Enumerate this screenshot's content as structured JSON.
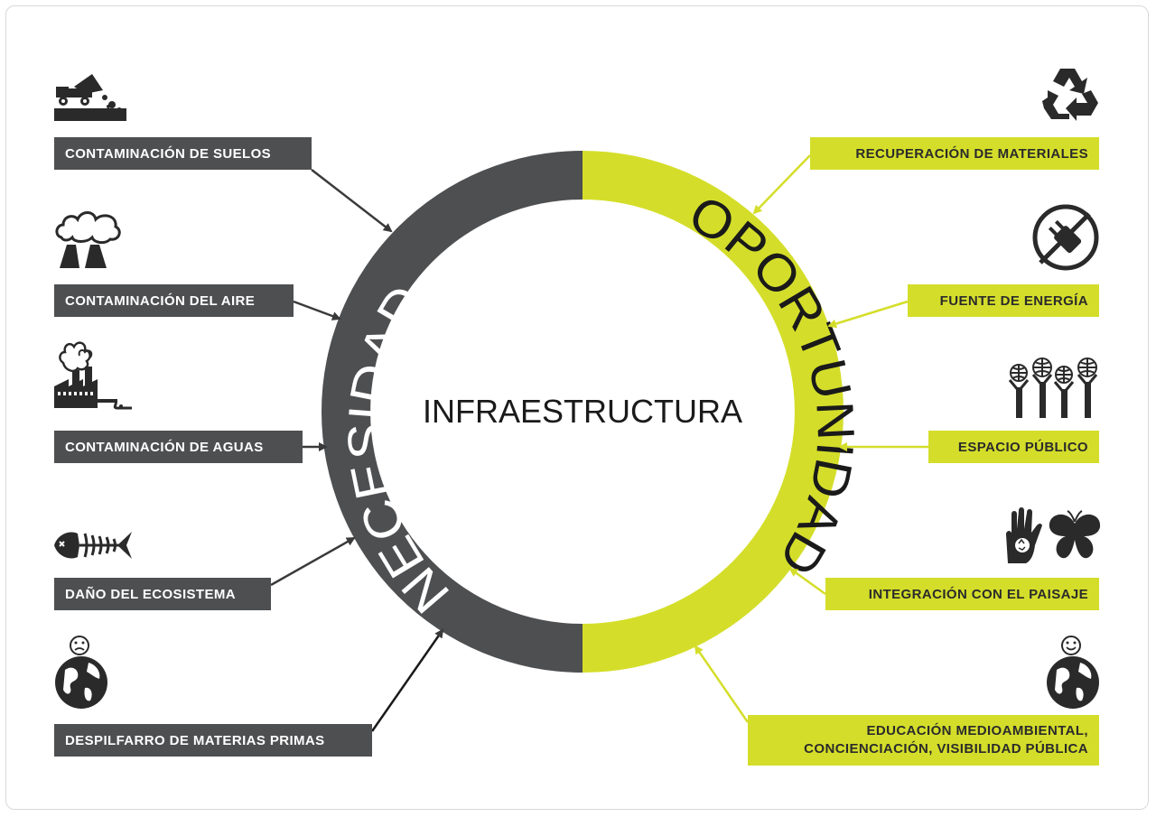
{
  "center": {
    "title": "INFRAESTRUCTURA"
  },
  "ring": {
    "left_word": "NECESIDAD",
    "right_word": "OPORTUNIDAD",
    "left_color": "#4e4f51",
    "right_color": "#d4de2a"
  },
  "left_items": [
    {
      "label": "CONTAMINACIÓN DE SUELOS",
      "icon": "dump-truck-icon"
    },
    {
      "label": "CONTAMINACIÓN DEL AIRE",
      "icon": "factory-smoke-icon"
    },
    {
      "label": "CONTAMINACIÓN DE AGUAS",
      "icon": "factory-water-pollution-icon"
    },
    {
      "label": "DAÑO DEL ECOSISTEMA",
      "icon": "fish-skeleton-icon"
    },
    {
      "label": "DESPILFARRO DE MATERIAS PRIMAS",
      "icon": "sad-globe-icon"
    }
  ],
  "right_items": [
    {
      "label": "RECUPERACIÓN DE MATERIALES",
      "icon": "recycle-icon"
    },
    {
      "label": "FUENTE DE ENERGÍA",
      "icon": "power-plug-icon"
    },
    {
      "label": "ESPACIO PÚBLICO",
      "icon": "people-globes-icon"
    },
    {
      "label": "INTEGRACIÓN CON EL PAISAJE",
      "icon": "hand-butterfly-icon"
    },
    {
      "label_line1": "EDUCACIÓN MEDIOAMBIENTAL,",
      "label_line2": "CONCIENCIACIÓN, VISIBILIDAD PÚBLICA",
      "icon": "happy-globe-icon"
    }
  ],
  "colors": {
    "dark": "#4e4f51",
    "accent": "#d4de2a",
    "arrow_dark": "#3a3a3a",
    "arrow_light": "#d4de2a"
  }
}
